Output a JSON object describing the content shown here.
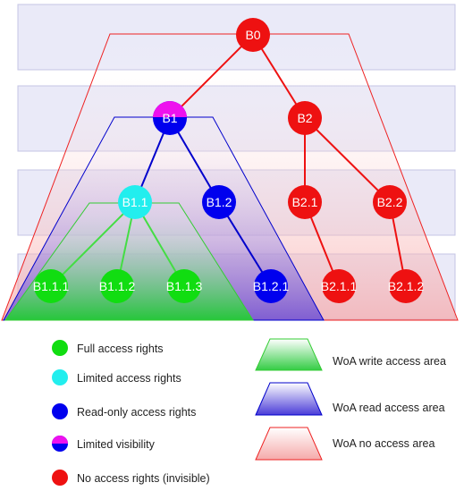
{
  "colors": {
    "full": "#11dd11",
    "limited": "#22eeee",
    "read_only": "#0000ee",
    "limited_vis_top": "#ee11ee",
    "none": "#ee1111",
    "edge_red": "#ee1111",
    "edge_blue": "#0000cc",
    "edge_green": "#44dd44",
    "band_fill": "#eaeaf8",
    "band_stroke": "#c4c4e4"
  },
  "nodes": {
    "b0": "B0",
    "b1": "B1",
    "b2": "B2",
    "b1_1": "B1.1",
    "b1_2": "B1.2",
    "b2_1": "B2.1",
    "b2_2": "B2.2",
    "b1_1_1": "B1.1.1",
    "b1_1_2": "B1.1.2",
    "b1_1_3": "B1.1.3",
    "b1_2_1": "B1.2.1",
    "b2_1_1": "B2.1.1",
    "b2_1_2": "B2.1.2"
  },
  "legend": {
    "full": "Full access rights",
    "limited": "Limited access rights",
    "read_only": "Read-only access rights",
    "limited_visibility": "Limited visibility",
    "no_access": "No access rights (invisible)",
    "woa_write": "WoA write access area",
    "woa_read": "WoA read access area",
    "woa_none": "WoA no access area"
  }
}
